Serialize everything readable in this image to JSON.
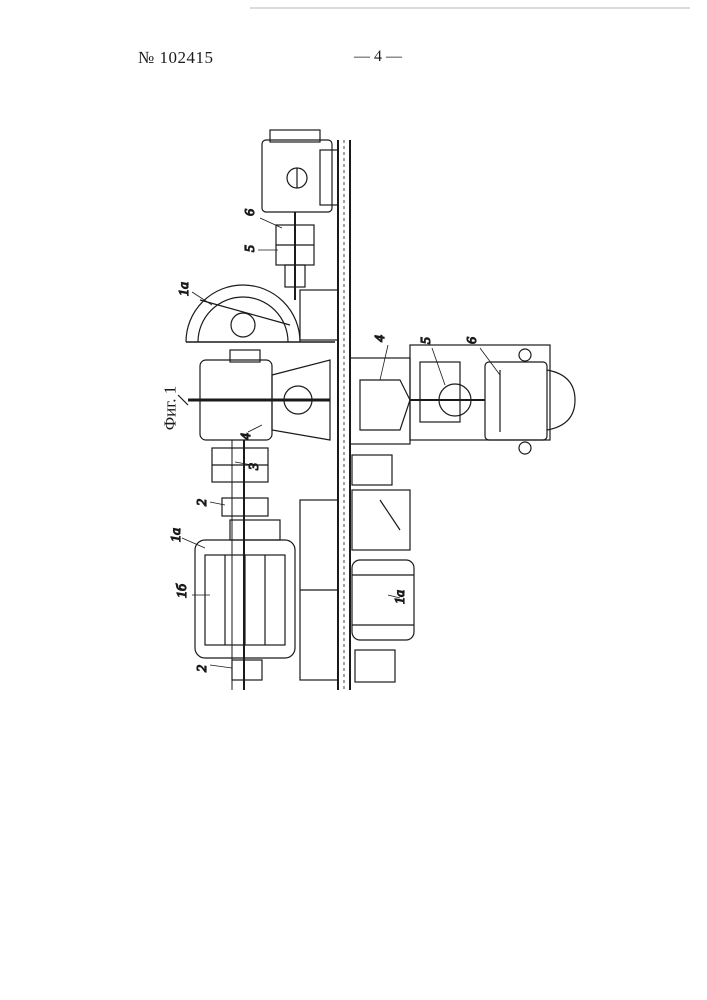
{
  "header": {
    "patent_number": "№ 102415",
    "page_number": "— 4 —"
  },
  "figure": {
    "label": "Фиг. 1",
    "callouts": {
      "top_6": "6",
      "top_5": "5",
      "top_1a": "1а",
      "right_4": "4",
      "right_5": "5",
      "right_6": "6",
      "left_4": "4",
      "left_3": "3",
      "left_2_upper": "2",
      "left_1a": "1а",
      "left_1b": "1б",
      "left_2_lower": "2",
      "lower_1a": "1а"
    }
  },
  "colors": {
    "ink": "#1a1a1a",
    "paper": "#ffffff"
  }
}
